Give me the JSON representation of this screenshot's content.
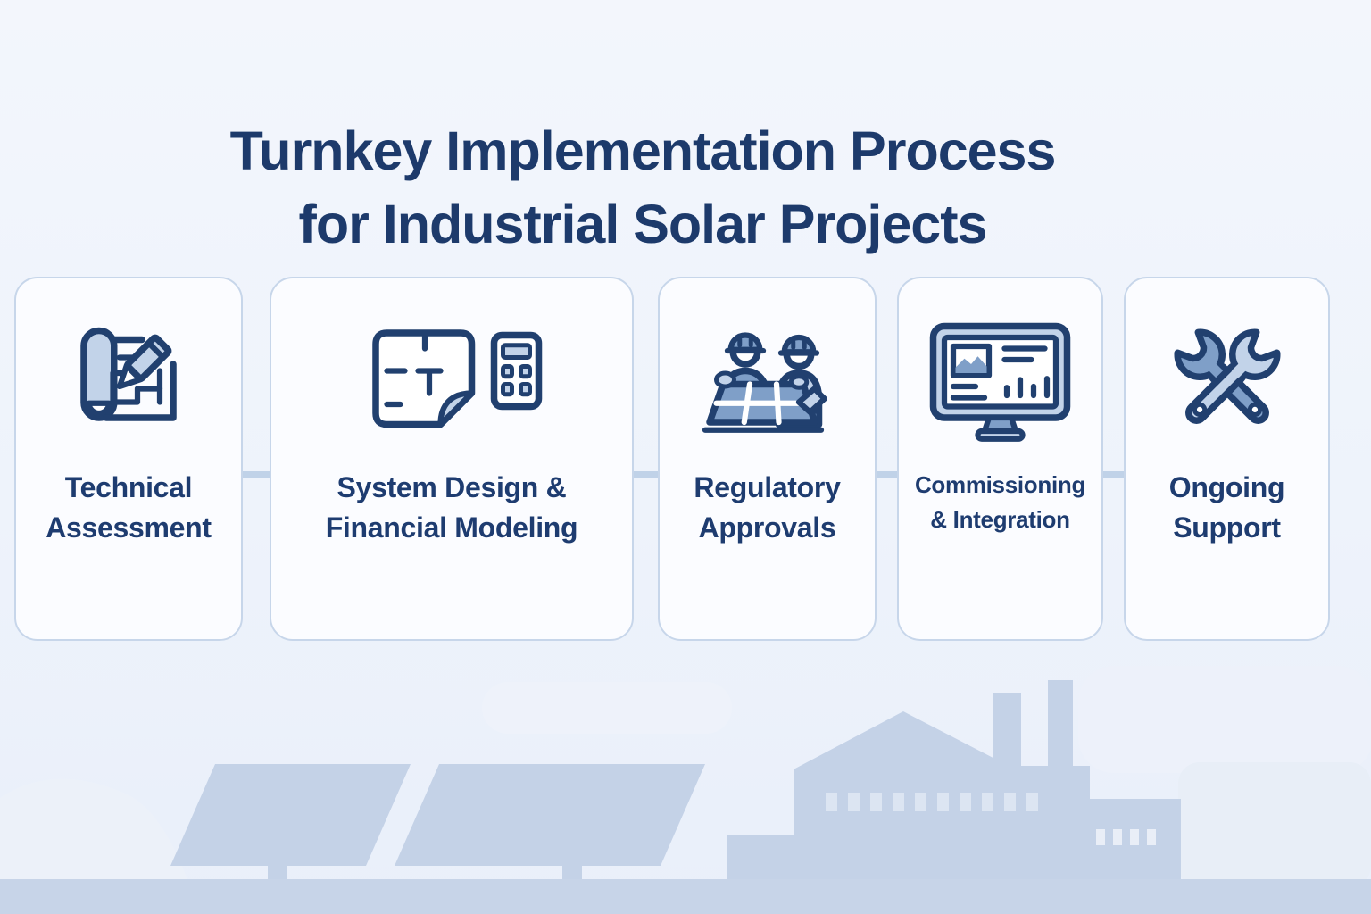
{
  "title": {
    "line1": "Turnkey Implementation Process",
    "line2": "for Industrial Solar Projects"
  },
  "cards": [
    {
      "label": "Technical Assessment",
      "icon": "blueprint-pencil-icon"
    },
    {
      "label": "System Design & Financial Modeling",
      "icon": "floorplan-calculator-icon"
    },
    {
      "label": "Regulatory Approvals",
      "icon": "workers-solar-panel-icon"
    },
    {
      "label": "Commissioning & Integration",
      "icon": "monitor-dashboard-icon"
    },
    {
      "label": "Ongoing Support",
      "icon": "crossed-wrenches-icon"
    }
  ],
  "colors": {
    "title_navy": "#1d3a6b",
    "label_navy": "#1e3c70",
    "icon_outline_navy": "#21406f",
    "icon_mid_blue": "#7f9fc8",
    "icon_light_blue": "#c2d3e9",
    "card_bg": "#fbfcff",
    "card_border": "#c7d6ea",
    "connector": "#c0d2e8",
    "bg_top": "#f3f6fc",
    "bg_bottom": "#e9effa",
    "silhouette": "#c4d2e7",
    "silhouette_window": "#dce5f2",
    "ground": "#c7d4e8"
  }
}
